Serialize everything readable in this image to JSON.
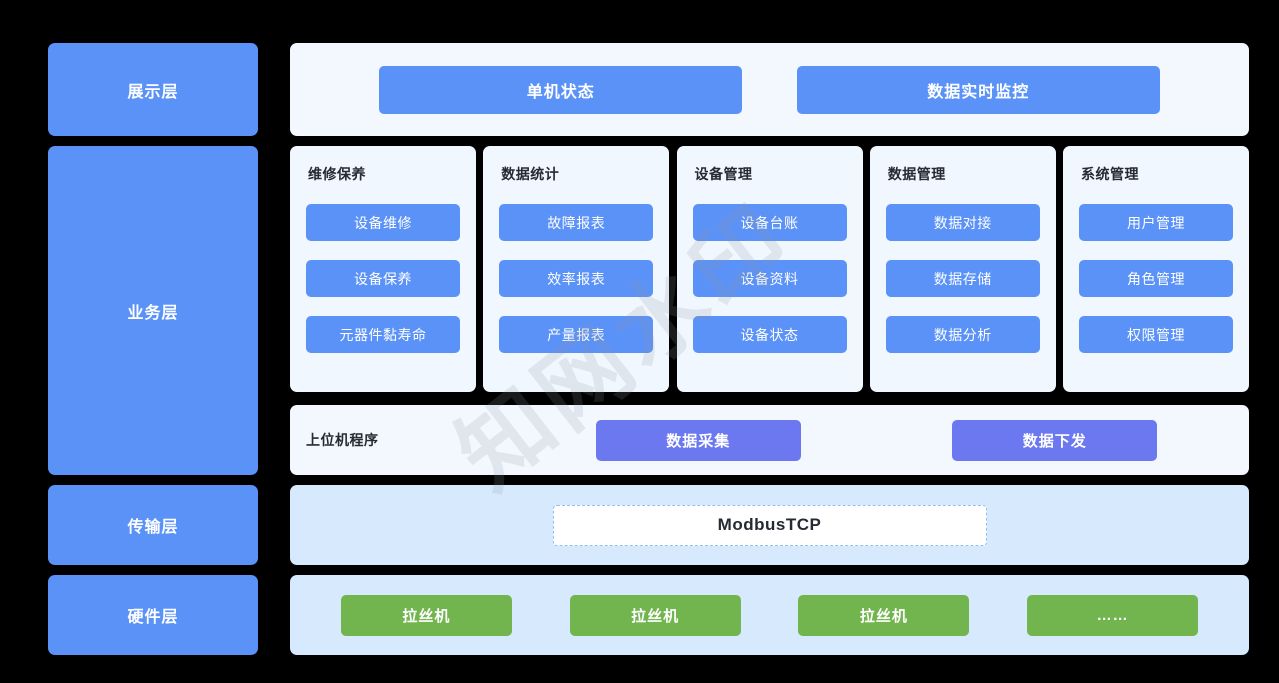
{
  "colors": {
    "page_background": "#000000",
    "layer_chip": "#5b92f8",
    "primary_button": "#5b92f8",
    "host_button": "#6b78ef",
    "device_button": "#72b44e",
    "band_light": "#f3f8ff",
    "band_blue": "#d7e9fc",
    "card_background": "#f1f7fe",
    "protocol_fill": "#ffffff",
    "protocol_border": "#8fc0ef",
    "title_text": "#262a33"
  },
  "watermark": {
    "text": "知网水印"
  },
  "layers": [
    {
      "id": "presentation",
      "label": "展示层"
    },
    {
      "id": "business",
      "label": "业务层"
    },
    {
      "id": "transport",
      "label": "传输层"
    },
    {
      "id": "hardware",
      "label": "硬件层"
    }
  ],
  "presentation": {
    "buttons": [
      {
        "label": "单机状态"
      },
      {
        "label": "数据实时监控"
      }
    ]
  },
  "business": {
    "modules": [
      {
        "title": "维修保养",
        "items": [
          {
            "label": "设备维修"
          },
          {
            "label": "设备保养"
          },
          {
            "label": "元器件黏寿命"
          }
        ]
      },
      {
        "title": "数据统计",
        "items": [
          {
            "label": "故障报表"
          },
          {
            "label": "效率报表"
          },
          {
            "label": "产量报表"
          }
        ]
      },
      {
        "title": "设备管理",
        "items": [
          {
            "label": "设备台账"
          },
          {
            "label": "设备资料"
          },
          {
            "label": "设备状态"
          }
        ]
      },
      {
        "title": "数据管理",
        "items": [
          {
            "label": "数据对接"
          },
          {
            "label": "数据存储"
          },
          {
            "label": "数据分析"
          }
        ]
      },
      {
        "title": "系统管理",
        "items": [
          {
            "label": "用户管理"
          },
          {
            "label": "角色管理"
          },
          {
            "label": "权限管理"
          }
        ]
      }
    ],
    "host": {
      "label": "上位机程序",
      "buttons": [
        {
          "label": "数据采集"
        },
        {
          "label": "数据下发"
        }
      ]
    }
  },
  "transport": {
    "protocol": "ModbusTCP"
  },
  "hardware": {
    "devices": [
      {
        "label": "拉丝机"
      },
      {
        "label": "拉丝机"
      },
      {
        "label": "拉丝机"
      },
      {
        "label": "……"
      }
    ]
  }
}
